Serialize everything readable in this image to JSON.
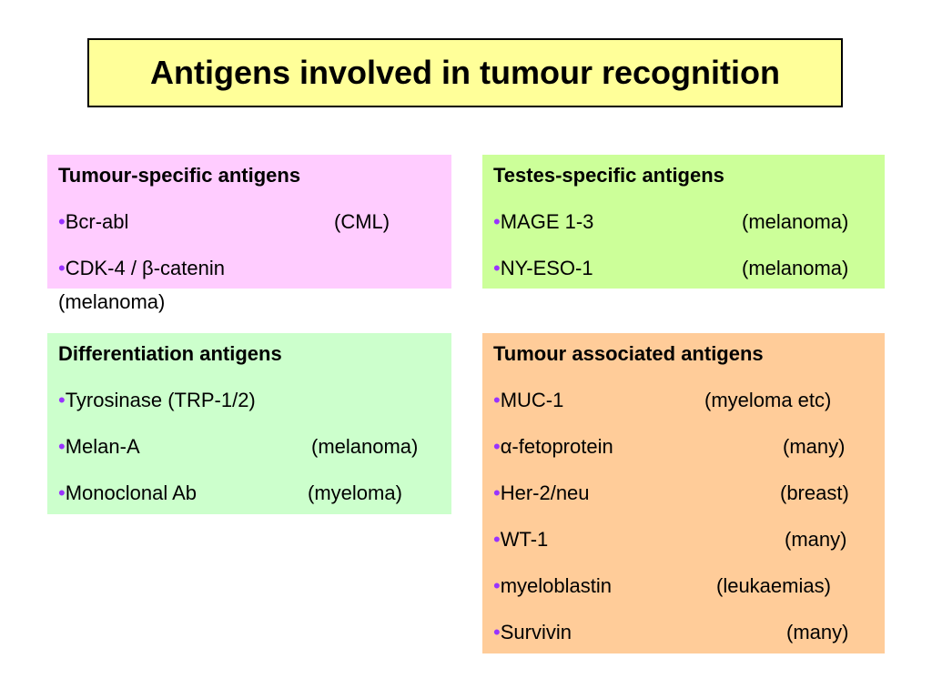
{
  "colors": {
    "title_bg": "#ffff99",
    "pink": "#ffccff",
    "green_light": "#ccffcc",
    "green_lime": "#ccff99",
    "orange": "#ffcc99",
    "bullet": "#9933ff"
  },
  "title": "Antigens involved in tumour recognition",
  "bullet_glyph": "•",
  "panels": {
    "tumour_specific": {
      "heading": "Tumour-specific antigens",
      "items": [
        {
          "name": "Bcr-abl",
          "note": "(CML)"
        },
        {
          "name": "CDK-4 / β-catenin",
          "note": "(melanoma)"
        }
      ]
    },
    "testes_specific": {
      "heading": "Testes-specific antigens",
      "items": [
        {
          "name": "MAGE 1-3",
          "note": "(melanoma)"
        },
        {
          "name": "NY-ESO-1",
          "note": "(melanoma)"
        }
      ]
    },
    "differentiation": {
      "heading": "Differentiation antigens",
      "items": [
        {
          "name": "Tyrosinase  (TRP-1/2)",
          "note": ""
        },
        {
          "name": "Melan-A",
          "note": "(melanoma)"
        },
        {
          "name": "Monoclonal Ab",
          "note": "(myeloma)"
        }
      ]
    },
    "tumour_associated": {
      "heading": "Tumour associated antigens",
      "items": [
        {
          "name": "MUC-1",
          "note": "(myeloma etc)"
        },
        {
          "name": "α-fetoprotein",
          "note": "(many)"
        },
        {
          "name": "Her-2/neu",
          "note": "(breast)"
        },
        {
          "name": "WT-1",
          "note": "(many)"
        },
        {
          "name": "myeloblastin",
          "note": "(leukaemias)"
        },
        {
          "name": "Survivin",
          "note": "(many)"
        }
      ]
    }
  }
}
